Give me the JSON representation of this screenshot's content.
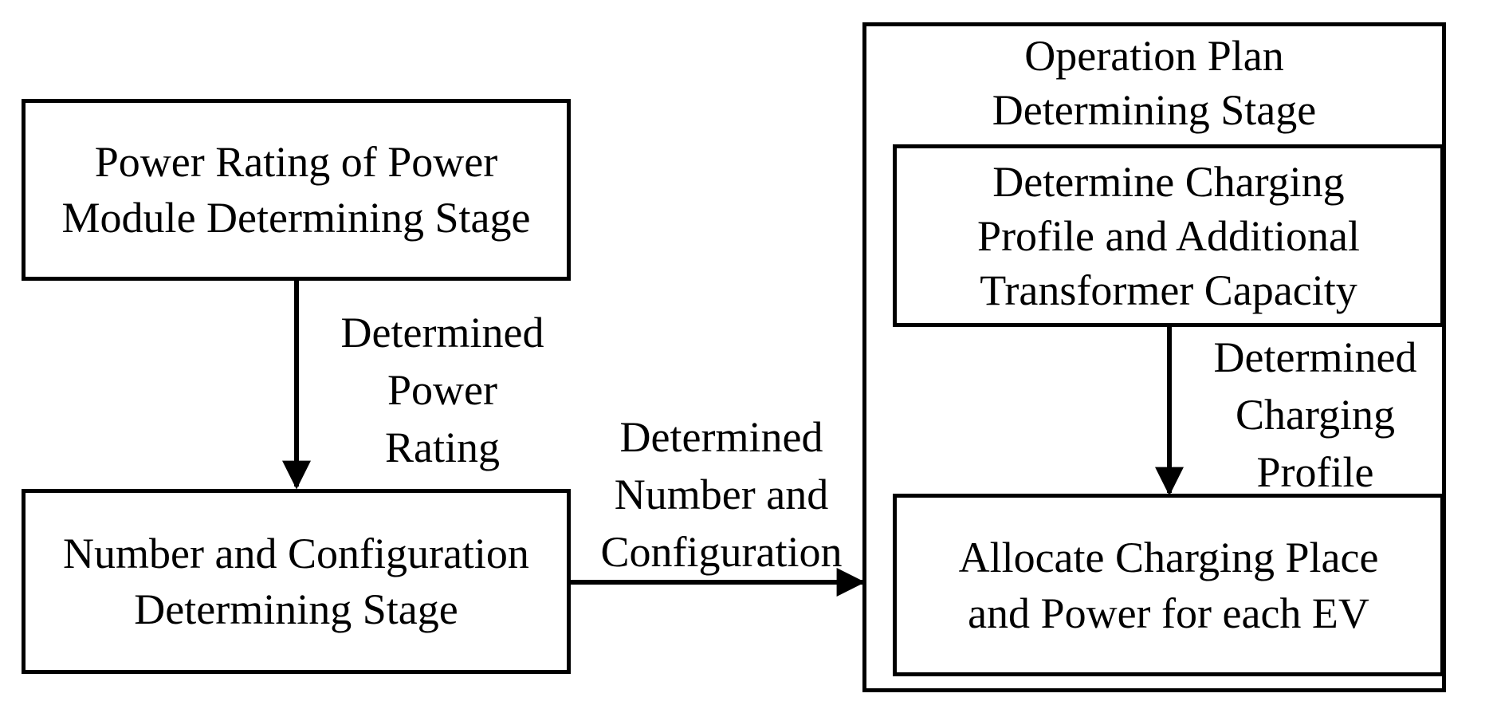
{
  "diagram": {
    "nodes": {
      "power_rating_stage": "Power Rating of Power\nModule Determining Stage",
      "number_config_stage": "Number and Configuration\nDetermining Stage",
      "operation_plan_stage": "Operation Plan\nDetermining Stage",
      "charging_profile_step": "Determine Charging\nProfile and Additional\nTransformer Capacity",
      "allocate_step": "Allocate Charging Place\nand Power for each EV"
    },
    "edges": {
      "power_rating_to_number": "Determined\nPower\nRating",
      "number_to_operation": "Determined\nNumber and\nConfiguration",
      "profile_to_allocate": "Determined\nCharging\nProfile"
    },
    "colors": {
      "stroke": "#000000",
      "background": "#ffffff"
    }
  }
}
